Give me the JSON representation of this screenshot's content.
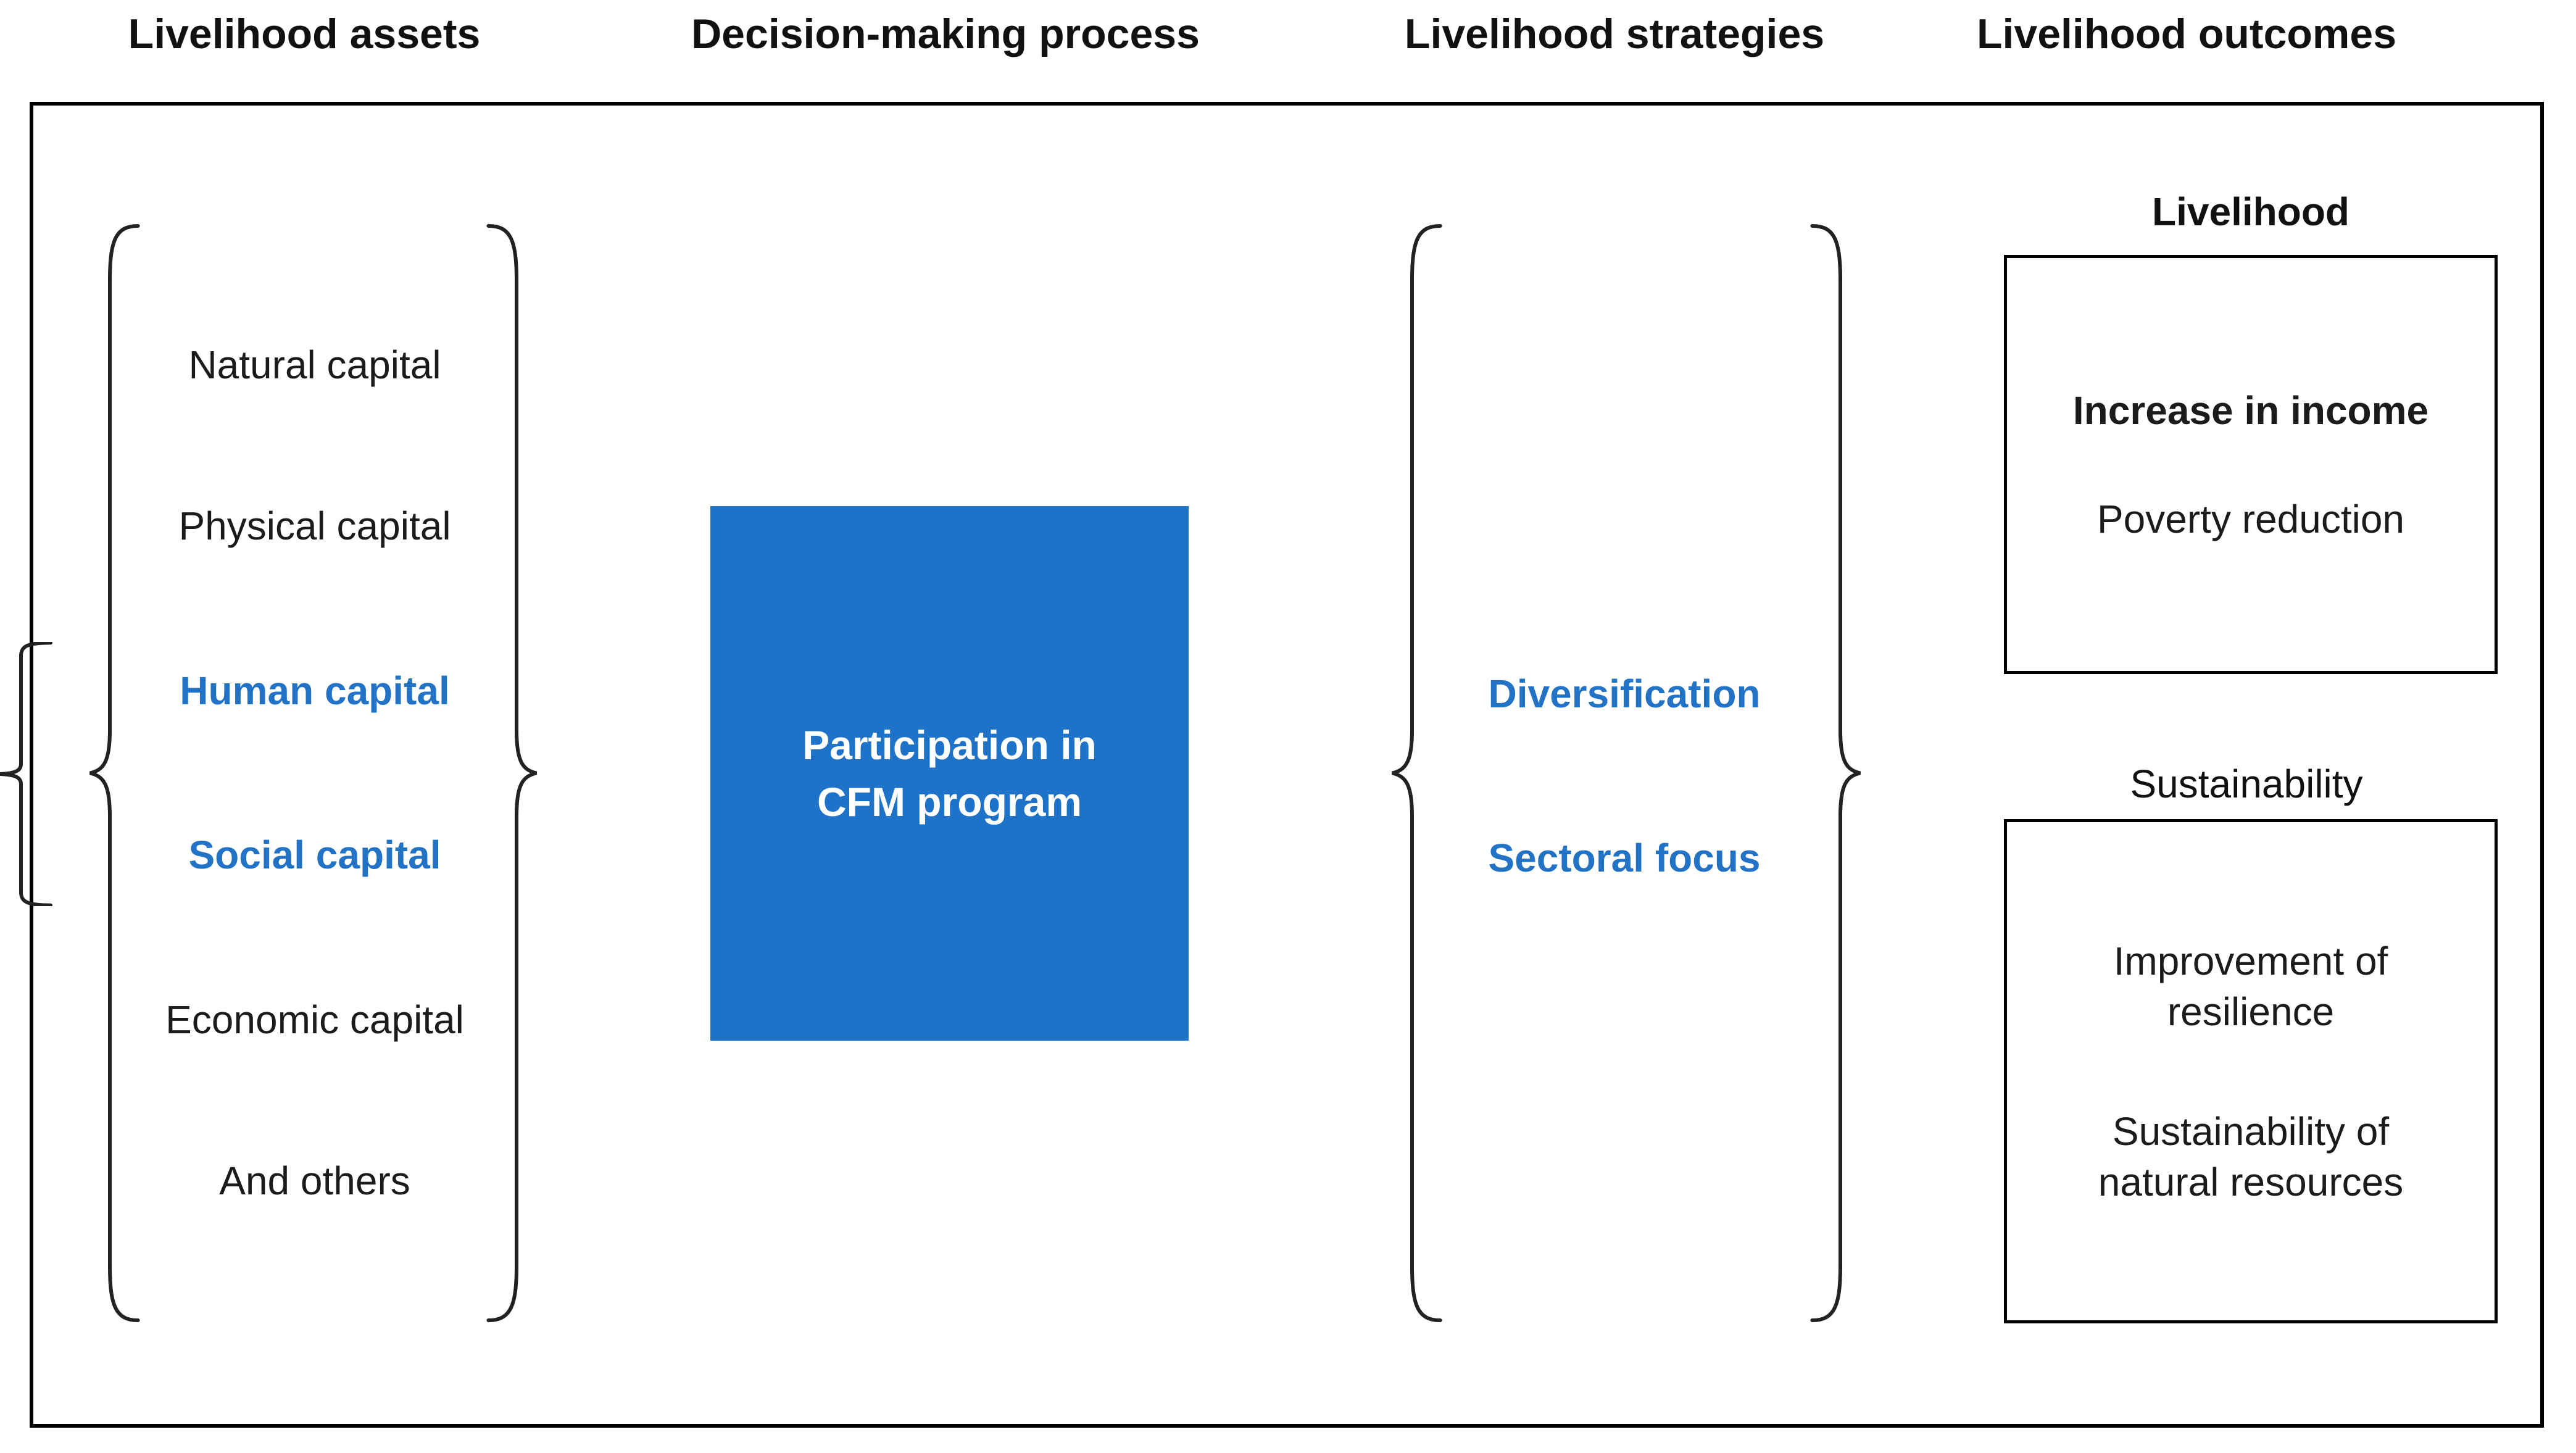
{
  "headers": {
    "assets": "Livelihood assets",
    "decision": "Decision-making process",
    "strategies": "Livelihood strategies",
    "outcomes": "Livelihood outcomes"
  },
  "assets": {
    "items": [
      {
        "label": "Natural capital",
        "highlight": false
      },
      {
        "label": "Physical capital",
        "highlight": false
      },
      {
        "label": "Human capital",
        "highlight": true
      },
      {
        "label": "Social capital",
        "highlight": true
      },
      {
        "label": "Economic capital",
        "highlight": false
      },
      {
        "label": "And others",
        "highlight": false
      }
    ]
  },
  "decision": {
    "line1": "Participation in",
    "line2": "CFM program"
  },
  "strategies": {
    "items": [
      {
        "label": "Diversification",
        "highlight": true
      },
      {
        "label": "Sectoral focus",
        "highlight": true
      }
    ]
  },
  "outcomes": {
    "livelihood": {
      "title": "Livelihood",
      "items": [
        {
          "label": "Increase in income",
          "highlight": true
        },
        {
          "label": "Poverty reduction",
          "highlight": false
        }
      ]
    },
    "sustainability": {
      "title": "Sustainability",
      "items": [
        {
          "label": "Improvement of resilience",
          "highlight": false
        },
        {
          "label": "Sustainability of natural resources",
          "highlight": false
        }
      ]
    }
  },
  "icons": {
    "braces": [
      "curly-brace-left-icon",
      "curly-brace-right-icon",
      "flow-brace-left-icon"
    ]
  },
  "colors": {
    "highlight_blue": "#2273c6",
    "process_box_blue": "#1e72c8",
    "line_black": "#1a1a1a",
    "background": "#ffffff"
  }
}
